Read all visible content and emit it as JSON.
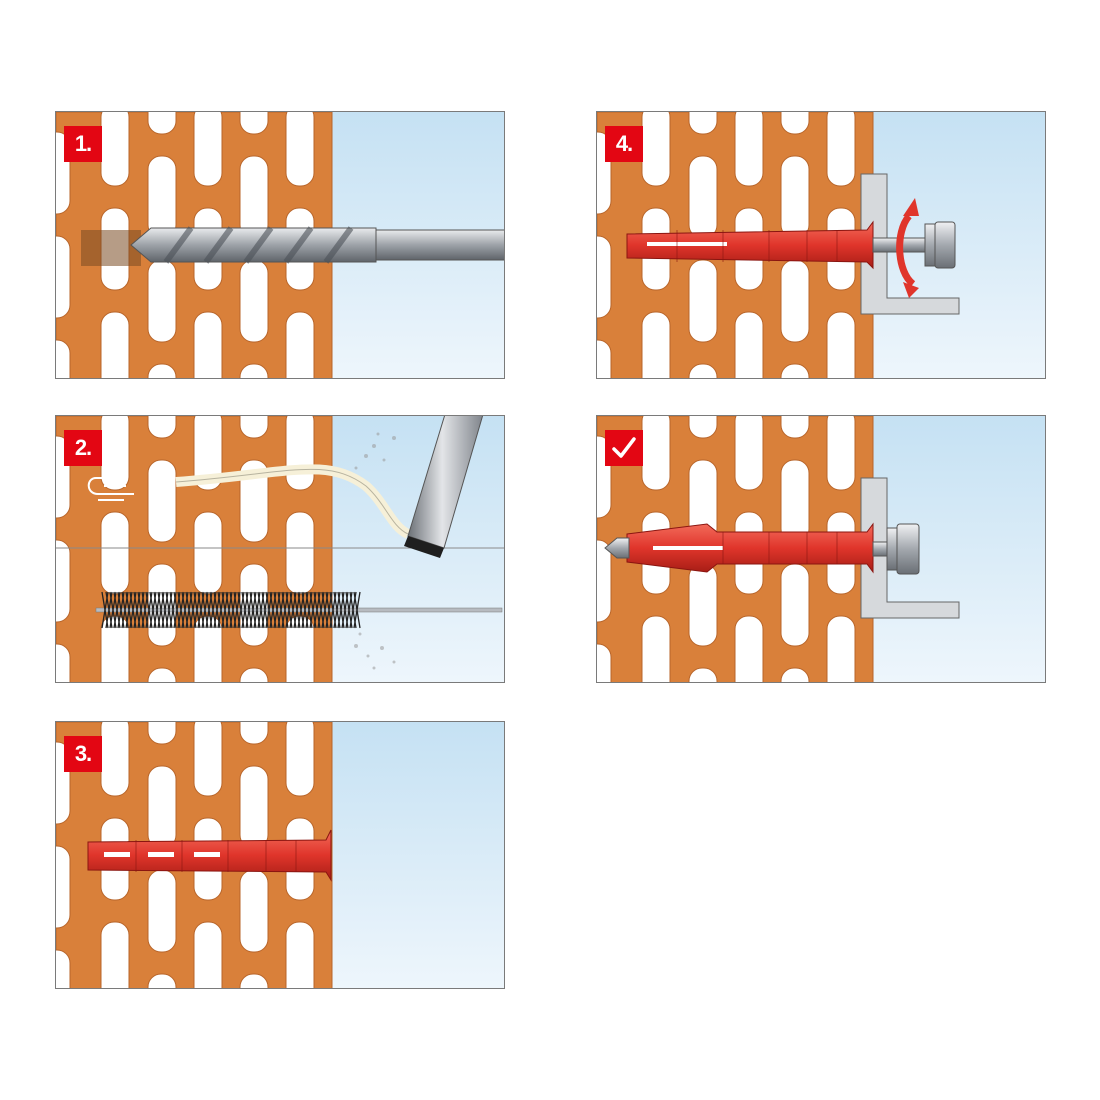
{
  "steps": [
    {
      "label": "1.",
      "scene": "drill"
    },
    {
      "label": "2.",
      "scene": "clean"
    },
    {
      "label": "3.",
      "scene": "insert-anchor"
    },
    {
      "label": "4.",
      "scene": "screw-in"
    },
    {
      "label": "",
      "scene": "done",
      "icon": "checkmark-icon"
    }
  ],
  "colors": {
    "brick": "#d9803a",
    "brick_dark": "#b8652a",
    "sky_top": "#c9e3f4",
    "sky_bottom": "#eaf4fb",
    "anchor": "#e0352b",
    "badge": "#e30613",
    "steel": "#a9adb2"
  }
}
